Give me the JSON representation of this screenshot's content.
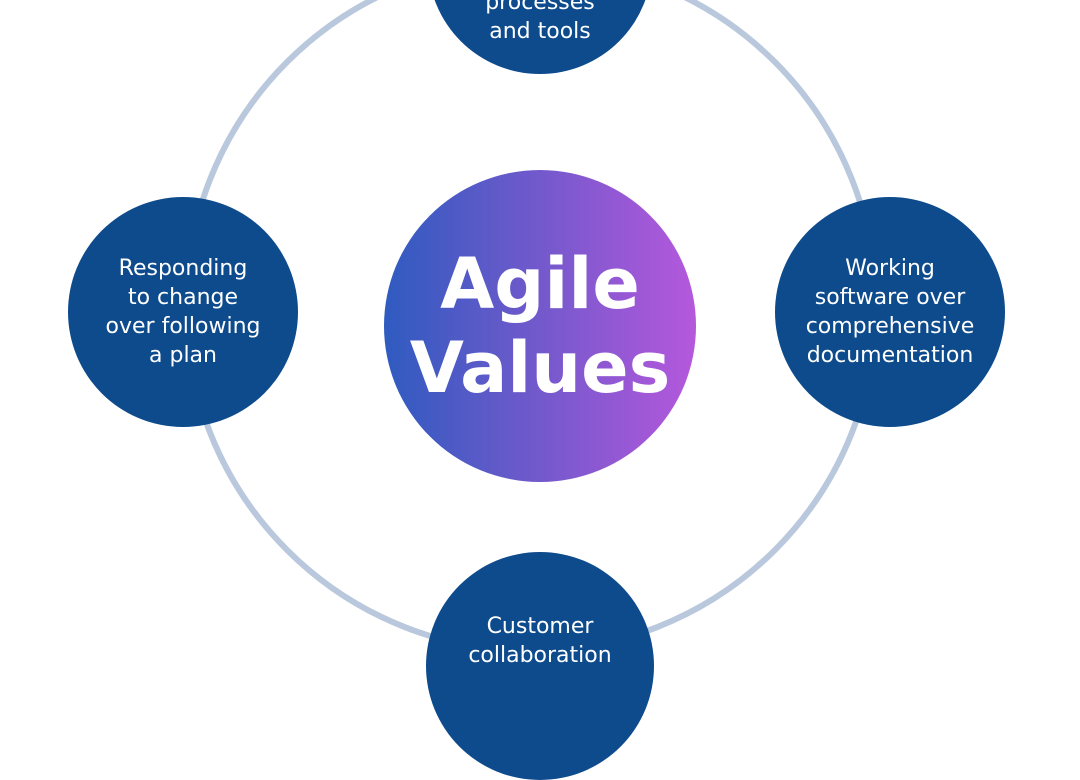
{
  "center": {
    "line1": "Agile",
    "line2": "Values"
  },
  "nodes": {
    "top": {
      "lines": [
        "processes",
        "and tools"
      ]
    },
    "left": {
      "lines": [
        "Responding",
        "to change",
        "over following",
        "a plan"
      ]
    },
    "right": {
      "lines": [
        "Working",
        "software over",
        "comprehensive",
        "documentation"
      ]
    },
    "bottom": {
      "lines": [
        "Customer",
        "collaboration"
      ]
    }
  },
  "colors": {
    "node": "#0d4b8d",
    "ring": "#b9c8dc",
    "gradient_start": "#2f5bc0",
    "gradient_end": "#b558dc"
  }
}
